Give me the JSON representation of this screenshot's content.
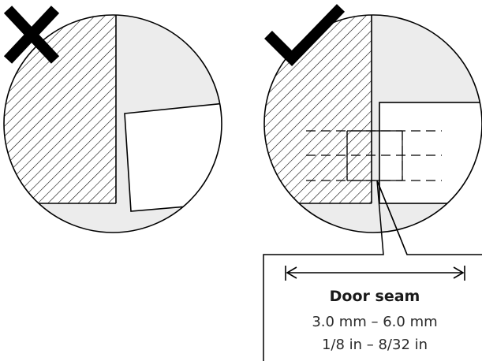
{
  "incorrect_example": {
    "mark": "cross-icon"
  },
  "correct_example": {
    "mark": "checkmark-icon"
  },
  "callout": {
    "title": "Door seam",
    "range_metric": "3.0 mm – 6.0 mm",
    "range_imperial": "1/8 in – 8/32 in"
  },
  "colors": {
    "fill_grey": "#ececec",
    "outline": "#000000",
    "background": "#ffffff"
  }
}
